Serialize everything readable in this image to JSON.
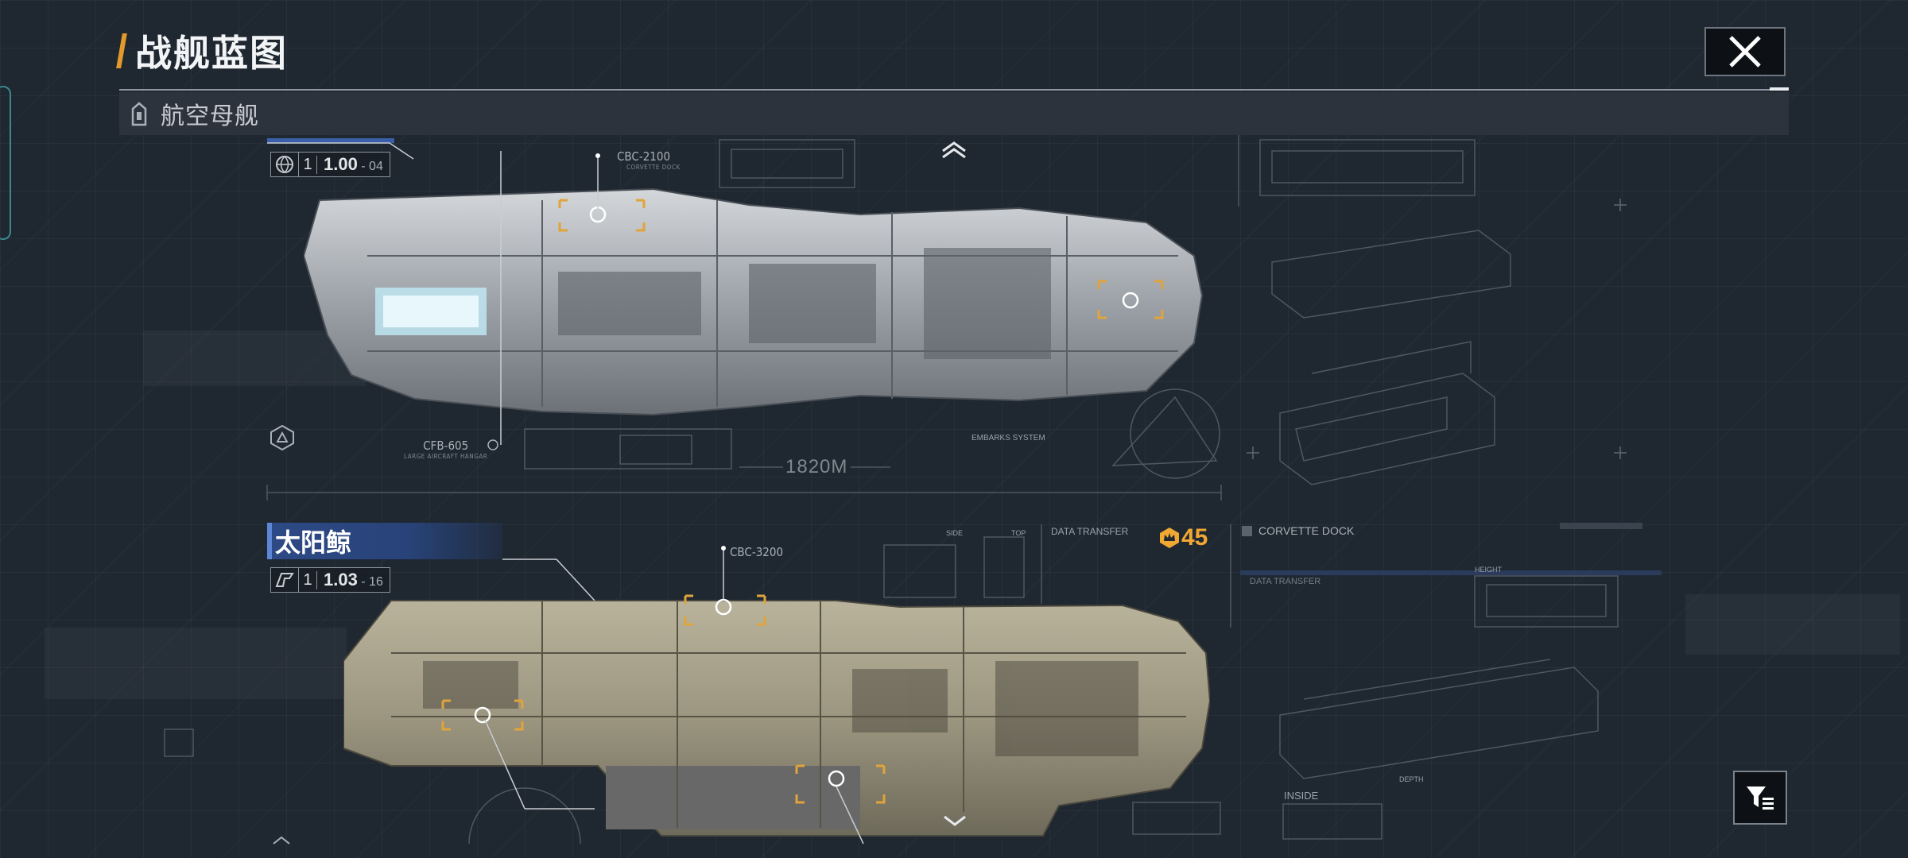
{
  "header": {
    "title": "战舰蓝图",
    "close_icon": "close-icon",
    "accent_color": "#e39a2b"
  },
  "category": {
    "label": "航空母舰",
    "icon": "carrier-category-icon"
  },
  "ships": [
    {
      "name": "",
      "tag": {
        "count": "1",
        "version_main": "1.00",
        "version_sub": "04",
        "icon": "globe-icon"
      },
      "callouts": [
        {
          "code": "CBC-2100",
          "sub": "CORVETTE DOCK"
        },
        {
          "code": "CFB-605",
          "sub": "LARGE AIRCRAFT HANGAR"
        }
      ],
      "length": "1820M",
      "sublabel": "EMBARKS SYSTEM"
    },
    {
      "name": "太阳鲸",
      "tag": {
        "count": "1",
        "version_main": "1.03",
        "version_sub": "16",
        "icon": "manufacturer-logo-icon"
      },
      "callouts": [
        {
          "code": "CBC-3200",
          "sub": ""
        }
      ],
      "level": "45",
      "level_icon": "crown-icon"
    }
  ],
  "annotations": {
    "data_transfer": "DATA TRANSFER",
    "data_transfer_2": "DATA TRANSFER",
    "corvette_dock": "CORVETTE DOCK",
    "inside": "INSIDE",
    "height": "HEIGHT",
    "side": "SIDE",
    "top": "TOP",
    "depth": "DEPTH"
  },
  "filter_icon": "filter-icon",
  "colors": {
    "background": "#1f2731",
    "banner_blue": "#2e4a86",
    "level_gold": "#f0a832"
  }
}
